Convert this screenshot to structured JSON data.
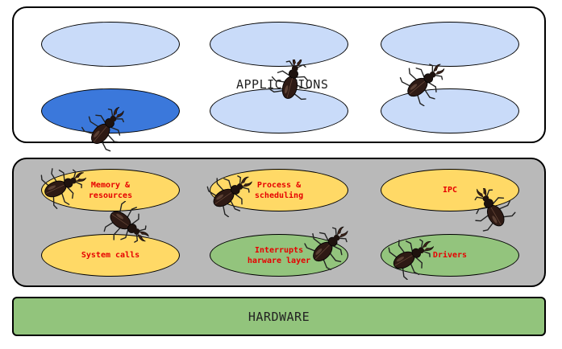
{
  "layers": {
    "applications": {
      "title": "APPLICATIONS"
    },
    "kernel": {
      "components": [
        {
          "label": "Memory &\nresources"
        },
        {
          "label": "Process &\nscheduling"
        },
        {
          "label": "IPC"
        },
        {
          "label": "System calls"
        },
        {
          "label": "Interrupts\nharware layer"
        },
        {
          "label": "Drivers"
        }
      ]
    },
    "hardware": {
      "title": "HARDWARE"
    }
  },
  "colors": {
    "app_ellipse": "#c9dbf9",
    "app_ellipse_active": "#3b78db",
    "kernel_background": "#b9b9b9",
    "kernel_component_yellow": "#ffd966",
    "kernel_component_green": "#93c47d",
    "hardware_background": "#92c47c",
    "label_text": "#e60000"
  },
  "icons": [
    "beetle-icon"
  ]
}
